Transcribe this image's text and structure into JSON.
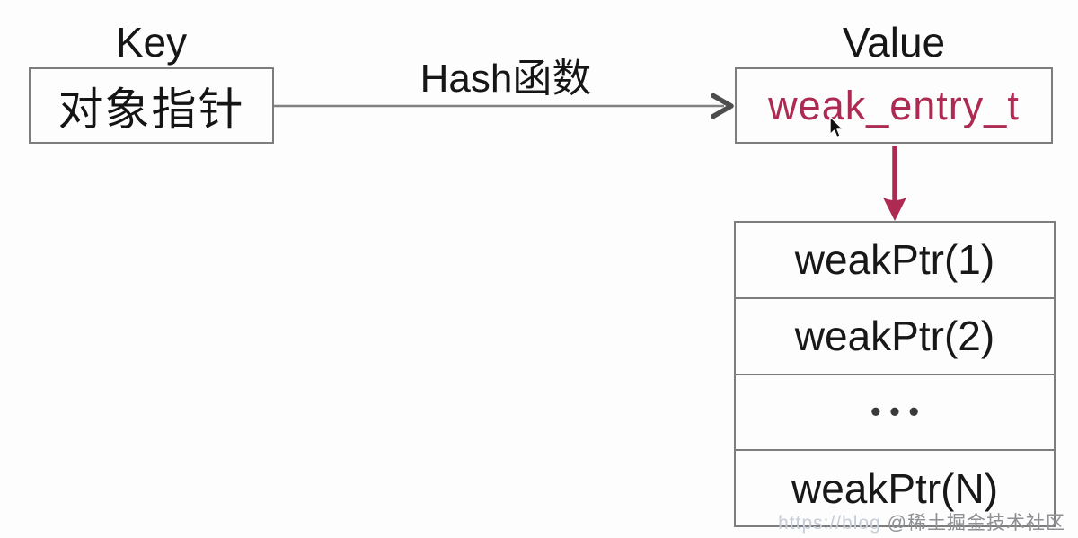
{
  "diagram": {
    "key_label": "Key",
    "value_label": "Value",
    "hash_label": "Hash函数",
    "key_box_text": "对象指针",
    "value_box_text": "weak_entry_t",
    "rows": [
      "weakPtr(1)",
      "weakPtr(2)",
      "•••",
      "weakPtr(N)"
    ],
    "colors": {
      "accent_crimson": "#ad2a52",
      "border_gray": "#7d7d7d",
      "arrow_gray": "#828282",
      "arrowhead_dark": "#4d4d4d",
      "text_black": "#181818",
      "background": "#fdfdfd"
    }
  },
  "watermark": {
    "url_text": "https://blog",
    "community": "@稀土掘金技术社区"
  }
}
